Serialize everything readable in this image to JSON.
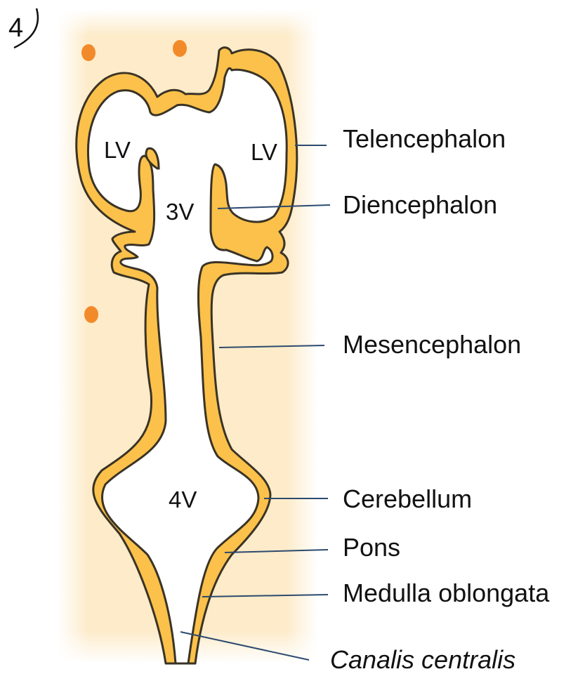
{
  "figure_number": "4",
  "ventricles": {
    "lv_left": "LV",
    "lv_right": "LV",
    "third": "3V",
    "fourth": "4V"
  },
  "labels": {
    "telencephalon": "Telencephalon",
    "diencephalon": "Diencephalon",
    "mesencephalon": "Mesencephalon",
    "cerebellum": "Cerebellum",
    "pons": "Pons",
    "medulla": "Medulla oblongata",
    "canalis": "Canalis centralis"
  },
  "colors": {
    "background_band": "#fdebc9",
    "tissue": "#fbc14a",
    "outline": "#3a3326",
    "dots": "#f28a2a",
    "leader_lines": "#2d4a6e"
  }
}
